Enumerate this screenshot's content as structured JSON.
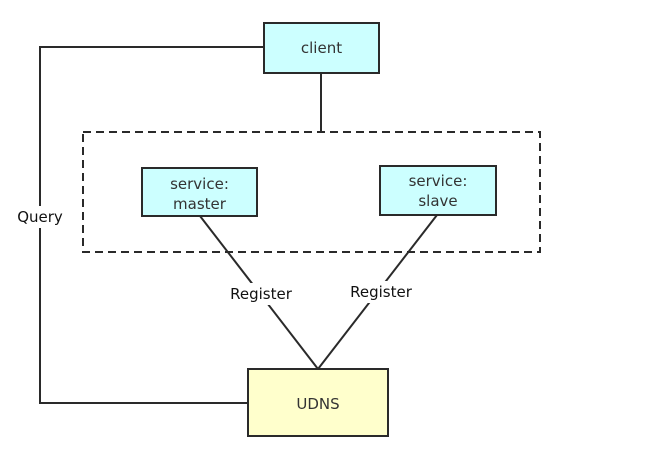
{
  "nodes": {
    "client": {
      "label": "client",
      "fill": "#ccffff"
    },
    "master": {
      "label_line1": "service:",
      "label_line2": "master",
      "fill": "#ccffff"
    },
    "slave": {
      "label_line1": "service:",
      "label_line2": "slave",
      "fill": "#ccffff"
    },
    "udns": {
      "label": "UDNS",
      "fill": "#ffffcc"
    }
  },
  "edges": {
    "query_label": "Query",
    "register_master_label": "Register",
    "register_slave_label": "Register"
  },
  "colors": {
    "stroke": "#2a2a2a",
    "background": "#ffffff"
  }
}
